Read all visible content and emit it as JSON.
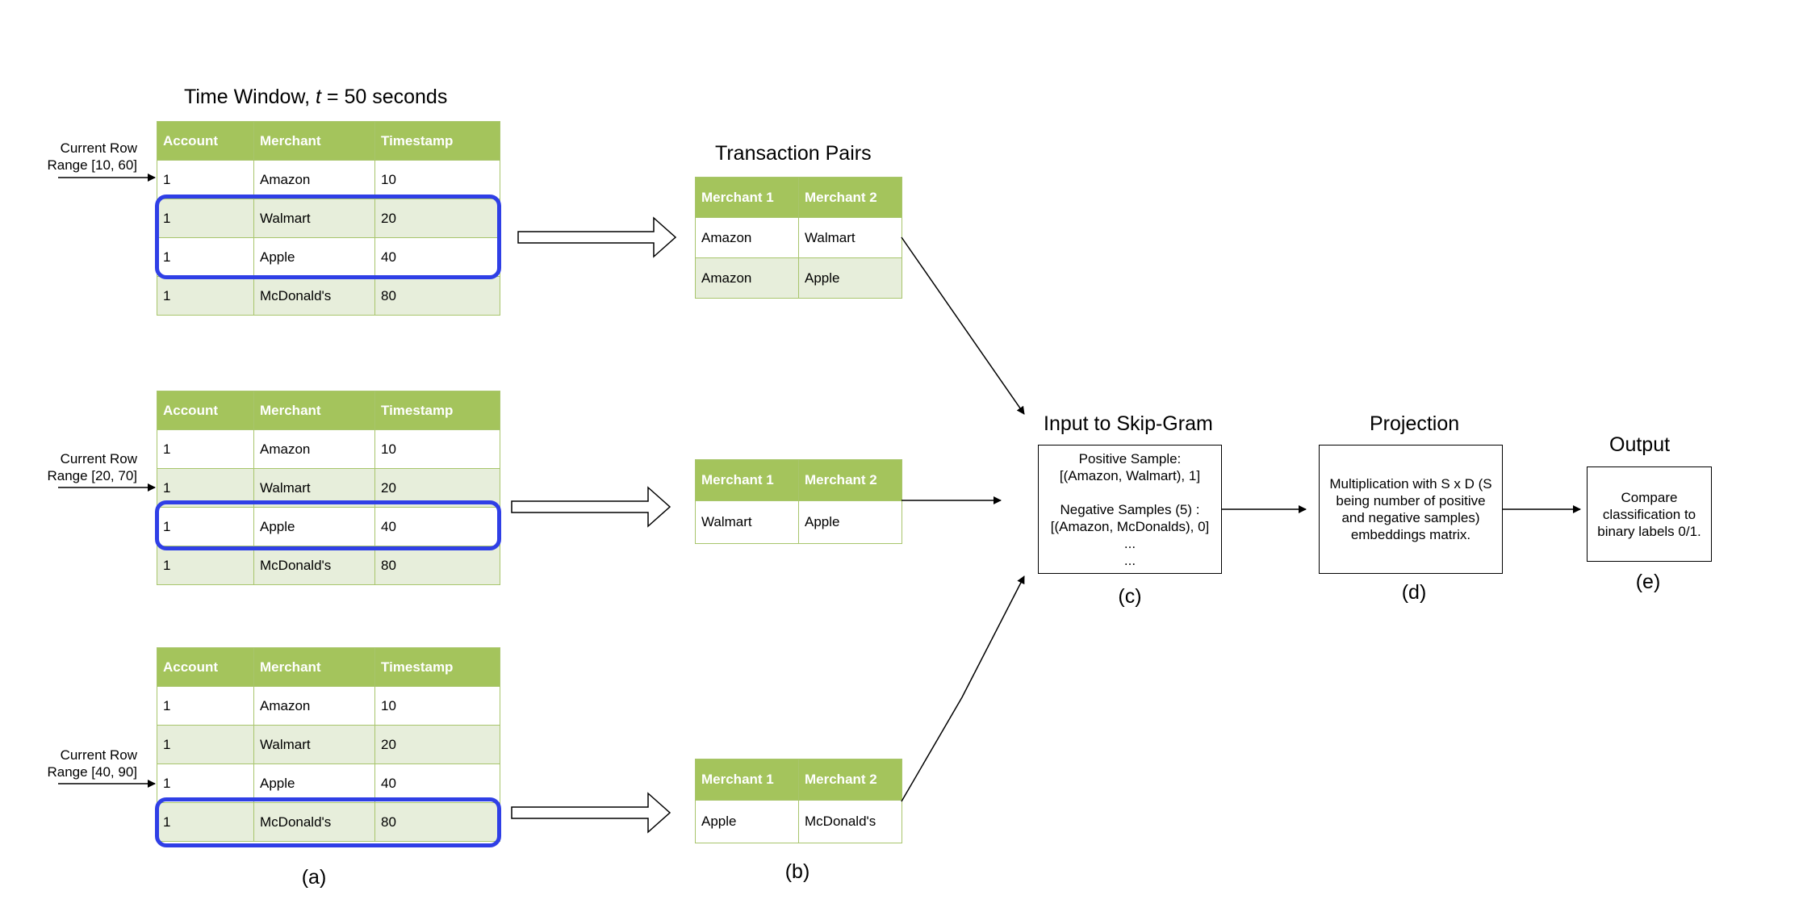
{
  "time_window": {
    "prefix": "Time Window, ",
    "var": "t",
    "suffix": " = 50 seconds"
  },
  "row_ranges": [
    {
      "line1": "Current Row",
      "line2": "Range [10, 60]"
    },
    {
      "line1": "Current Row",
      "line2": "Range [20, 70]"
    },
    {
      "line1": "Current Row",
      "line2": "Range [40, 90]"
    }
  ],
  "transactions": {
    "headers": [
      "Account",
      "Merchant",
      "Timestamp"
    ],
    "rows": [
      [
        "1",
        "Amazon",
        "10"
      ],
      [
        "1",
        "Walmart",
        "20"
      ],
      [
        "1",
        "Apple",
        "40"
      ],
      [
        "1",
        "McDonald's",
        "80"
      ]
    ]
  },
  "pairs_title": "Transaction Pairs",
  "pairs_headers": [
    "Merchant 1",
    "Merchant 2"
  ],
  "pairs": [
    [
      [
        "Amazon",
        "Walmart"
      ],
      [
        "Amazon",
        "Apple"
      ]
    ],
    [
      [
        "Walmart",
        "Apple"
      ]
    ],
    [
      [
        "Apple",
        "McDonald's"
      ]
    ]
  ],
  "skipgram": {
    "title": "Input to Skip-Gram",
    "lines": [
      "Positive Sample:",
      "[(Amazon, Walmart), 1]",
      "",
      "Negative Samples (5) :",
      "[(Amazon, McDonalds), 0]",
      "...",
      "..."
    ]
  },
  "projection": {
    "title": "Projection",
    "lines": [
      "Multiplication with S x D (S",
      "being number of positive",
      "and negative samples)",
      "embeddings matrix."
    ]
  },
  "output": {
    "title": "Output",
    "lines": [
      "Compare",
      "classification to",
      "binary labels 0/1."
    ]
  },
  "captions": [
    "(a)",
    "(b)",
    "(c)",
    "(d)",
    "(e)"
  ]
}
